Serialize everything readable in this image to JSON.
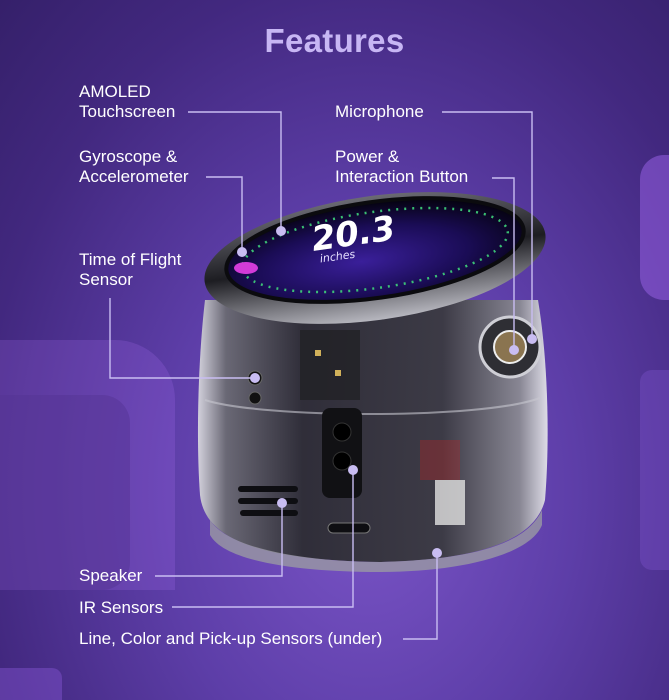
{
  "title": "Features",
  "labels": {
    "amoled": "AMOLED\nTouchscreen",
    "gyro": "Gyroscope &\nAccelerometer",
    "tof": "Time of Flight\nSensor",
    "microphone": "Microphone",
    "power": "Power &\nInteraction Button",
    "speaker": "Speaker",
    "ir": "IR Sensors",
    "line_color": "Line, Color and Pick-up Sensors (under)"
  },
  "screen": {
    "value": "20.3",
    "unit": "inches"
  },
  "colors": {
    "title": "#c7b6f4",
    "callout_line": "#c9bdf2",
    "callout_dot": "#c9bdf2",
    "screen_accent": "#d23bd8",
    "tick_green": "#3fd47a"
  }
}
